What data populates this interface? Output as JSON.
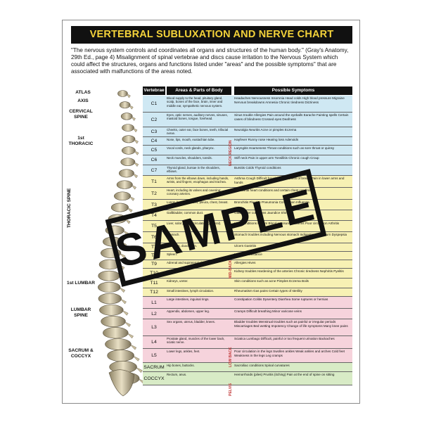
{
  "title": "VERTEBRAL SUBLUXATION AND NERVE CHART",
  "quote": "\"The nervous system controls and coordinates all organs and structures of the human body.\" (Gray's Anatomy, 29th Ed., page 4) Misalignment of spinal vertebrae and discs cause irritation to the Nervous System which could affect the structures, organs and functions listed under \"areas\" and the possible symptoms\" that are associated with malfunctions of the areas noted.",
  "headers": {
    "vertebrae": "Vertebrae",
    "areas": "Areas & Parts of Body",
    "symptoms": "Possible Symptoms"
  },
  "spine_labels": {
    "atlas": "ATLAS",
    "axis": "AXIS",
    "cervical": "CERVICAL SPINE",
    "thoracic_1st": "1st THORACIC",
    "thoracic_spine": "THORACIC SPINE",
    "lumbar_1st": "1st LUMBAR",
    "lumbar_spine": "LUMBAR SPINE",
    "sacrum_coccyx": "SACRUM & COCCYX"
  },
  "region_tags": {
    "neck": "NECK REGION",
    "mid_back": "MID-BACK",
    "low_back": "LOW BACK",
    "pelvis": "PELVIS"
  },
  "rows": [
    {
      "v": "C1",
      "area": "Blood supply to the head, pituitary gland, scalp, bones of the face, brain, inner and middle ear, sympathetic nervous system.",
      "sym": "Headaches  Nervousness  Insomnia  Head colds  High blood pressure  Migraine  Nervous breakdowns  Amnesia  Chronic tiredness  Dizziness"
    },
    {
      "v": "C2",
      "area": "Eyes, optic nerves, auditory nerves, sinuses, mastoid bones, tongue, forehead.",
      "sym": "Sinus trouble  Allergies  Pain around the eyeballs  Earache  Fainting spells  Certain cases of blindness  Crossed eyes  Deafness"
    },
    {
      "v": "C3",
      "area": "Cheeks, outer ear, face bones, teeth, trifacial nerve.",
      "sym": "Neuralgia  Neuritis  Acne or pimples  Eczema"
    },
    {
      "v": "C4",
      "area": "Nose, lips, mouth, eustachian tube.",
      "sym": "Hayfever  Runny nose  Hearing loss  Adenoids"
    },
    {
      "v": "C5",
      "area": "Vocal cords, neck glands, pharynx.",
      "sym": "Laryngitis  Hoarseness  Throat conditions such as sore throat or quinsy"
    },
    {
      "v": "C6",
      "area": "Neck muscles, shoulders, tonsils.",
      "sym": "Stiff neck  Pain in upper arm  Tonsillitis  Chronic cough  Croup"
    },
    {
      "v": "C7",
      "area": "Thyroid gland, bursae in the shoulders, elbows.",
      "sym": "Bursitis  Colds  Thyroid conditions"
    },
    {
      "v": "T1",
      "area": "Arms from the elbows down, including hands, wrists, and fingers; esophagus and trachea.",
      "sym": "Asthma  Cough  Difficult breathing  Shortness of breath  Pain in lower arms and hands"
    },
    {
      "v": "T2",
      "area": "Heart, including its valves and covering; coronary arteries.",
      "sym": "Functional heart conditions and certain chest conditions"
    },
    {
      "v": "T3",
      "area": "Lungs, bronchial tubes, pleura, chest, breast.",
      "sym": "Bronchitis  Pleurisy  Pneumonia  Congestion  Influenza"
    },
    {
      "v": "T4",
      "area": "Gallbladder, common duct.",
      "sym": "Gallbladder conditions  Jaundice  Shingles"
    },
    {
      "v": "T5",
      "area": "Liver, solar plexus, circulation (general).",
      "sym": "Liver conditions  Fevers  Blood pressure problems  Poor circulation  Arthritis"
    },
    {
      "v": "T6",
      "area": "Stomach.",
      "sym": "Stomach troubles including  Nervous stomach  Indigestion  Heartburn  Dyspepsia"
    },
    {
      "v": "T7",
      "area": "Pancreas, duodenum.",
      "sym": "Ulcers  Gastritis"
    },
    {
      "v": "T8",
      "area": "Spleen.",
      "sym": "Lowered resistance"
    },
    {
      "v": "T9",
      "area": "Adrenal and suprarenal glands.",
      "sym": "Allergies  Hives"
    },
    {
      "v": "T10",
      "area": "Kidneys.",
      "sym": "Kidney troubles  Hardening of the arteries  Chronic tiredness  Nephritis  Pyelitis"
    },
    {
      "v": "T11",
      "area": "Kidneys, ureter.",
      "sym": "Skin conditions such as acne  Pimples  Eczema  Boils"
    },
    {
      "v": "T12",
      "area": "Small intestines, lymph circulation.",
      "sym": "Rheumatism  Gas pains  Certain types of sterility"
    },
    {
      "v": "L1",
      "area": "Large intestines, inguinal rings.",
      "sym": "Constipation  Colitis  Dysentery  Diarrhea  Some ruptures or hernias"
    },
    {
      "v": "L2",
      "area": "Appendix, abdomen, upper leg.",
      "sym": "Cramps  Difficult breathing  Minor varicose veins"
    },
    {
      "v": "L3",
      "area": "Sex organs, uterus, bladder, knees.",
      "sym": "Bladder troubles  Menstrual troubles such as painful or irregular periods  Miscarriages  Bed wetting  Impotency  Change of life symptoms  Many knee pains"
    },
    {
      "v": "L4",
      "area": "Prostate gland, muscles of the lower back, sciatic nerve.",
      "sym": "Sciatica  Lumbago  Difficult, painful or too frequent urination  Backaches"
    },
    {
      "v": "L5",
      "area": "Lower legs, ankles, feet.",
      "sym": "Poor circulation in the legs  Swollen ankles  Weak ankles and arches  Cold feet  Weakness in the legs  Leg cramps"
    },
    {
      "v": "SACRUM",
      "area": "Hip bones, buttocks.",
      "sym": "Sacroiliac conditions  Spinal curvatures"
    },
    {
      "v": "COCCYX",
      "area": "Rectum, anus.",
      "sym": "Hemorrhoids (piles)  Pruritis (itching)  Pain at the end of spine on sitting"
    }
  ],
  "watermark": "SAMPLE",
  "colors": {
    "neck": "#cfe8f3",
    "thoracic": "#f7f1b4",
    "lumbar": "#f6d3dc",
    "pelvis": "#d8ebc6",
    "title_bg": "#111111",
    "title_fg": "#f3d23a"
  }
}
